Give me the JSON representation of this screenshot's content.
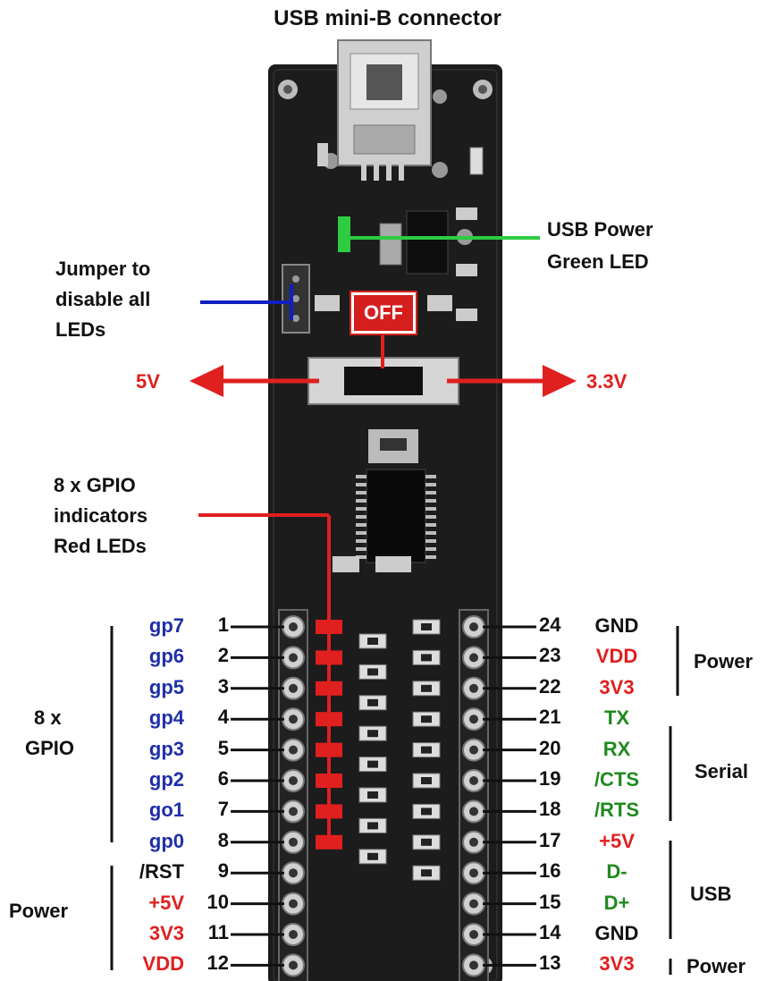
{
  "title": "USB mini-B connector",
  "annotations": {
    "usb_power_led": [
      "USB Power",
      "Green LED"
    ],
    "jumper": [
      "Jumper to",
      "disable all",
      "LEDs"
    ],
    "switch_off": "OFF",
    "left_voltage": "5V",
    "right_voltage": "3.3V",
    "gpio_leds": [
      "8 x GPIO",
      "indicators",
      "Red LEDs"
    ]
  },
  "groups": {
    "gpio": [
      "8 x",
      "GPIO"
    ],
    "power_left": "Power",
    "power_right_top": "Power",
    "serial": "Serial",
    "usb": "USB",
    "power_right_bottom": "Power"
  },
  "left_pins": [
    {
      "num": "1",
      "label": "gp7",
      "color": "#1f2fa8"
    },
    {
      "num": "2",
      "label": "gp6",
      "color": "#1f2fa8"
    },
    {
      "num": "3",
      "label": "gp5",
      "color": "#1f2fa8"
    },
    {
      "num": "4",
      "label": "gp4",
      "color": "#1f2fa8"
    },
    {
      "num": "5",
      "label": "gp3",
      "color": "#1f2fa8"
    },
    {
      "num": "6",
      "label": "gp2",
      "color": "#1f2fa8"
    },
    {
      "num": "7",
      "label": "go1",
      "color": "#1f2fa8"
    },
    {
      "num": "8",
      "label": "gp0",
      "color": "#1f2fa8"
    },
    {
      "num": "9",
      "label": "/RST",
      "color": "#111111"
    },
    {
      "num": "10",
      "label": "+5V",
      "color": "#e01f1f"
    },
    {
      "num": "11",
      "label": "3V3",
      "color": "#e01f1f"
    },
    {
      "num": "12",
      "label": "VDD",
      "color": "#e01f1f"
    }
  ],
  "right_pins": [
    {
      "num": "24",
      "label": "GND",
      "color": "#111111"
    },
    {
      "num": "23",
      "label": "VDD",
      "color": "#e01f1f"
    },
    {
      "num": "22",
      "label": "3V3",
      "color": "#e01f1f"
    },
    {
      "num": "21",
      "label": "TX",
      "color": "#1f8a1f"
    },
    {
      "num": "20",
      "label": "RX",
      "color": "#1f8a1f"
    },
    {
      "num": "19",
      "label": "/CTS",
      "color": "#1f8a1f"
    },
    {
      "num": "18",
      "label": "/RTS",
      "color": "#1f8a1f"
    },
    {
      "num": "17",
      "label": "+5V",
      "color": "#e01f1f"
    },
    {
      "num": "16",
      "label": "D-",
      "color": "#1f8a1f"
    },
    {
      "num": "15",
      "label": "D+",
      "color": "#1f8a1f"
    },
    {
      "num": "14",
      "label": "GND",
      "color": "#111111"
    },
    {
      "num": "13",
      "label": "3V3",
      "color": "#e01f1f"
    }
  ],
  "colors": {
    "board": "#1c1c1c",
    "arrow_red": "#e01f1f",
    "led_line_green": "#2ecc40",
    "jumper_line_blue": "#1020c0"
  }
}
